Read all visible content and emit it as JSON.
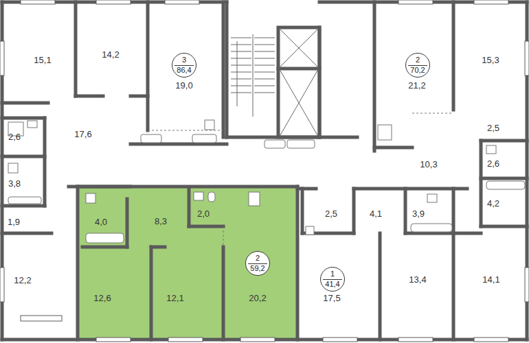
{
  "diagram": {
    "nodes": [
      {
        "text": [
          "3",
          "86,4"
        ]
      },
      {
        "text": [
          "2",
          "70,2"
        ]
      },
      {
        "text": [
          "2",
          "59,2"
        ]
      },
      {
        "text": [
          "1",
          "41,4"
        ]
      }
    ],
    "labels": [
      "15,1",
      "14,2",
      "19,0",
      "21,2",
      "15,3",
      "2,6",
      "17,6",
      "2,5",
      "10,3",
      "2,6",
      "3,8",
      "4,2",
      "1,9",
      "4,0",
      "8,3",
      "2,0",
      "2,5",
      "4,1",
      "3,9",
      "12,2",
      "12,6",
      "12,1",
      "20,2",
      "17,5",
      "13,4",
      "14,1"
    ]
  }
}
